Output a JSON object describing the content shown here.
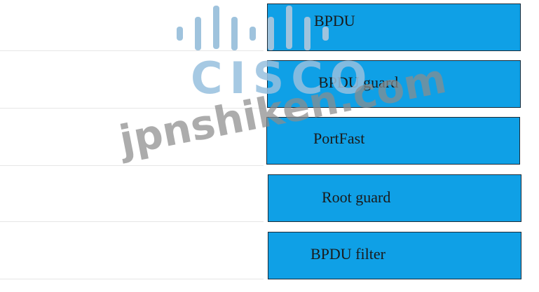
{
  "tiles": [
    {
      "label": "BPDU"
    },
    {
      "label": "BPDU guard"
    },
    {
      "label": "PortFast"
    },
    {
      "label": "Root guard"
    },
    {
      "label": "BPDU filter"
    }
  ],
  "watermark": {
    "brand": "CISCO",
    "site": "jpnshiken.com",
    "brand_icon": "cisco-bars-icon"
  },
  "colors": {
    "tile_fill": "#0fa0e6",
    "tile_border": "#1b2b38"
  }
}
